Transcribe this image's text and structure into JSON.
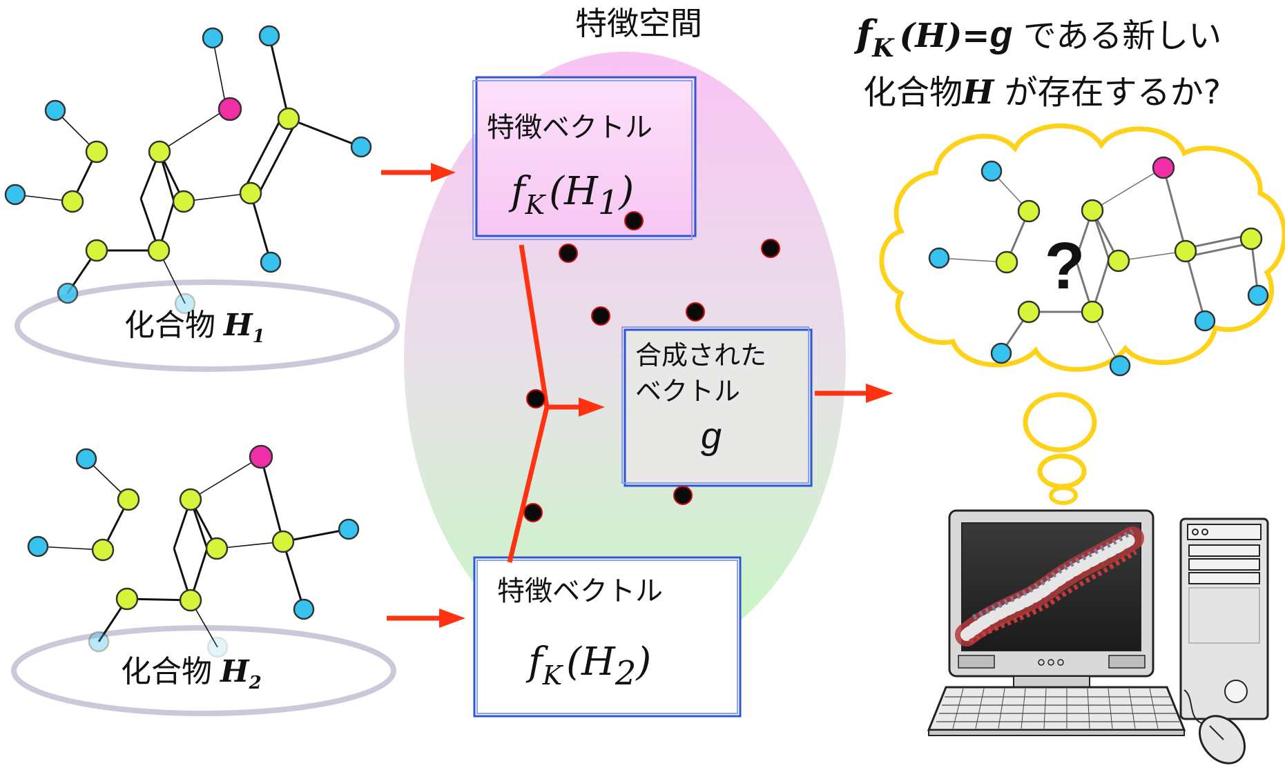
{
  "feature_space": {
    "title": "特徴空間",
    "box1": {
      "label": "特徴ベクトル",
      "f": "f",
      "sub": "K",
      "paren_open": "(",
      "var": "H",
      "var_sub": "1",
      "paren_close": ")"
    },
    "box2": {
      "label": "特徴ベクトル",
      "f": "f",
      "sub": "K",
      "paren_open": "(",
      "var": "H",
      "var_sub": "2",
      "paren_close": ")"
    },
    "synth": {
      "line1": "合成された",
      "line2": "ベクトル",
      "var": "g"
    }
  },
  "compounds": {
    "c1": {
      "label": "化合物",
      "var": "H",
      "sub": "1"
    },
    "c2": {
      "label": "化合物",
      "var": "H",
      "sub": "2"
    }
  },
  "question": {
    "f": "f",
    "sub": "K",
    "arg": "(H)=",
    "g": "g",
    "line1_rest": " である新しい",
    "line2_a": "化合物",
    "line2_var": "H",
    "line2_rest": " が存在するか?"
  },
  "cloud": {
    "mark": "?"
  },
  "colors": {
    "carbon_atom": "#d6f53a",
    "hydrogen_atom": "#38c2f0",
    "special_atom": "#f22ea6",
    "arrow": "#ff3311",
    "box_border": "#2f55d4",
    "cloud_outline": "#ffd21a",
    "ellipse_top": "#f7c6f1",
    "ellipse_bottom": "#c8f7c4"
  },
  "icons": [
    "molecule-graph",
    "thought-cloud",
    "desktop-computer",
    "dna-helix",
    "mouse"
  ]
}
